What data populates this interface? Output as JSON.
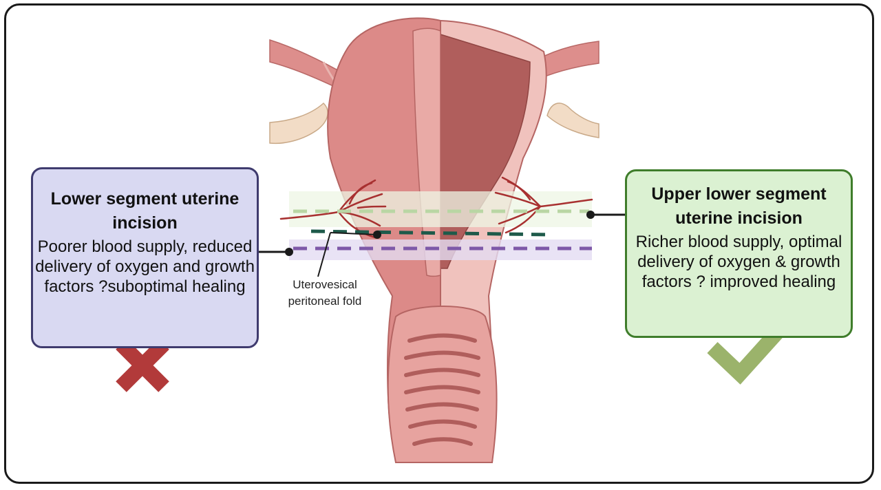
{
  "left_panel": {
    "title": "Lower segment uterine incision",
    "body": "Poorer blood supply, reduced delivery of oxygen and growth factors ?suboptimal healing",
    "status_icon": "cross-icon",
    "accent": "#3f3b6e",
    "fill": "#d9d9f2"
  },
  "right_panel": {
    "title": "Upper lower segment uterine incision",
    "body": "Richer blood supply, optimal delivery of oxygen & growth factors ? improved healing",
    "status_icon": "check-icon",
    "accent": "#3f7d2b",
    "fill": "#dbf1d2"
  },
  "center_label": {
    "text": "Uterovesical peritoneal fold"
  },
  "colors": {
    "cross": "#b23a3a",
    "check": "#9bb36b",
    "upper_incision_dash": "#b9d6a4",
    "middle_incision_dash": "#1e5a4a",
    "lower_incision_dash": "#7e59a8",
    "uterus": "#dc8a88",
    "cavity": "#b05e5c",
    "vessels": "#a83030"
  }
}
